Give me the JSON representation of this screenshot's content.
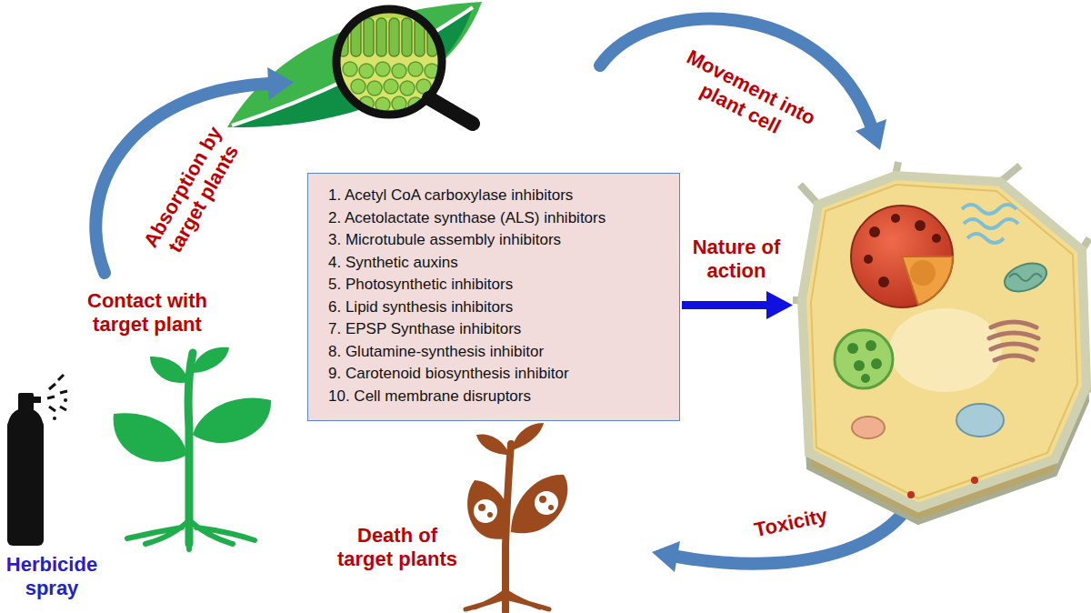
{
  "diagram": {
    "nodes": [
      {
        "text": [
          "1. Acetyl CoA carboxylase inhibitors",
          "2. Acetolactate synthase (ALS) inhibitors",
          "3. Microtubule assembly inhibitors",
          "4. Synthetic auxins",
          "5. Photosynthetic inhibitors",
          "6. Lipid synthesis inhibitors",
          "7. EPSP Synthase inhibitors",
          "8. Glutamine-synthesis inhibitor",
          "9. Carotenoid biosynthesis inhibitor",
          "10. Cell membrane disruptors"
        ]
      }
    ],
    "labels": [
      "Absorption by target plants",
      "Movement into plant cell",
      "Nature of action",
      "Contact with target plant",
      "Herbicide spray",
      "Death of target plants",
      "Toxicity"
    ]
  }
}
